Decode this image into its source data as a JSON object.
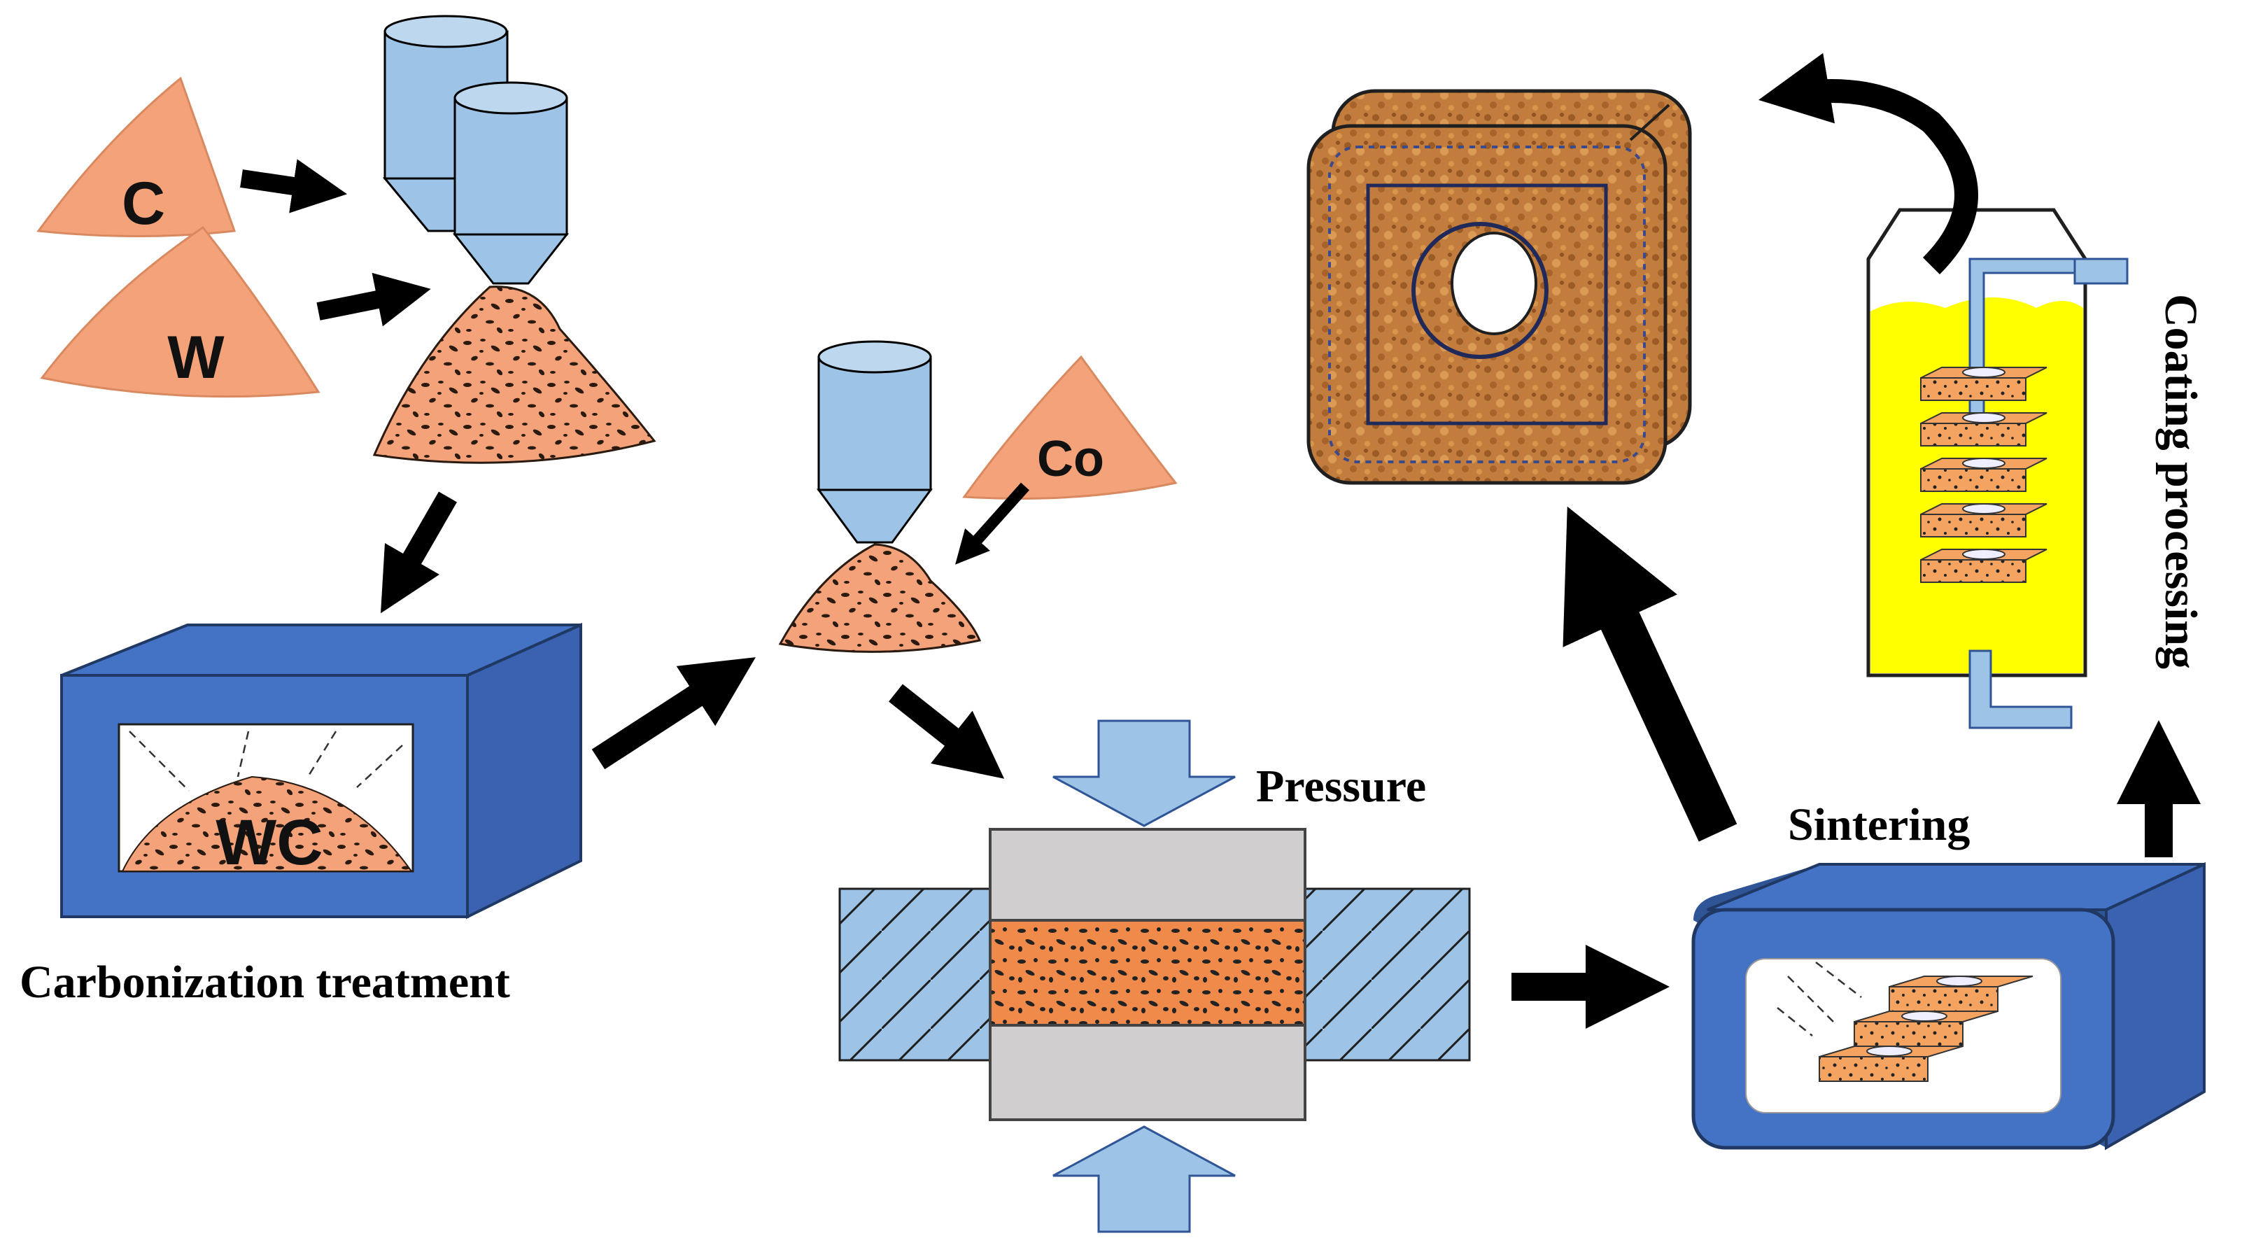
{
  "labels": {
    "carbon": "C",
    "tungsten": "W",
    "cobalt": "Co",
    "tungsten_carbide": "WC",
    "carbonization": "Carbonization treatment",
    "pressure": "Pressure",
    "sintering": "Sintering",
    "coating": "Coating processing"
  },
  "colors": {
    "powder": "#f4a27a",
    "powder_dark": "#2a1a10",
    "hopper": "#9dc3e6",
    "furnace": "#4472c4",
    "furnace_side": "#2f5597",
    "die": "#9dc3e6",
    "punch": "#d0cece",
    "compact": "#f4a460",
    "coating_fluid": "#ffff00",
    "product": "#c07a3c",
    "arrow": "#000000"
  }
}
